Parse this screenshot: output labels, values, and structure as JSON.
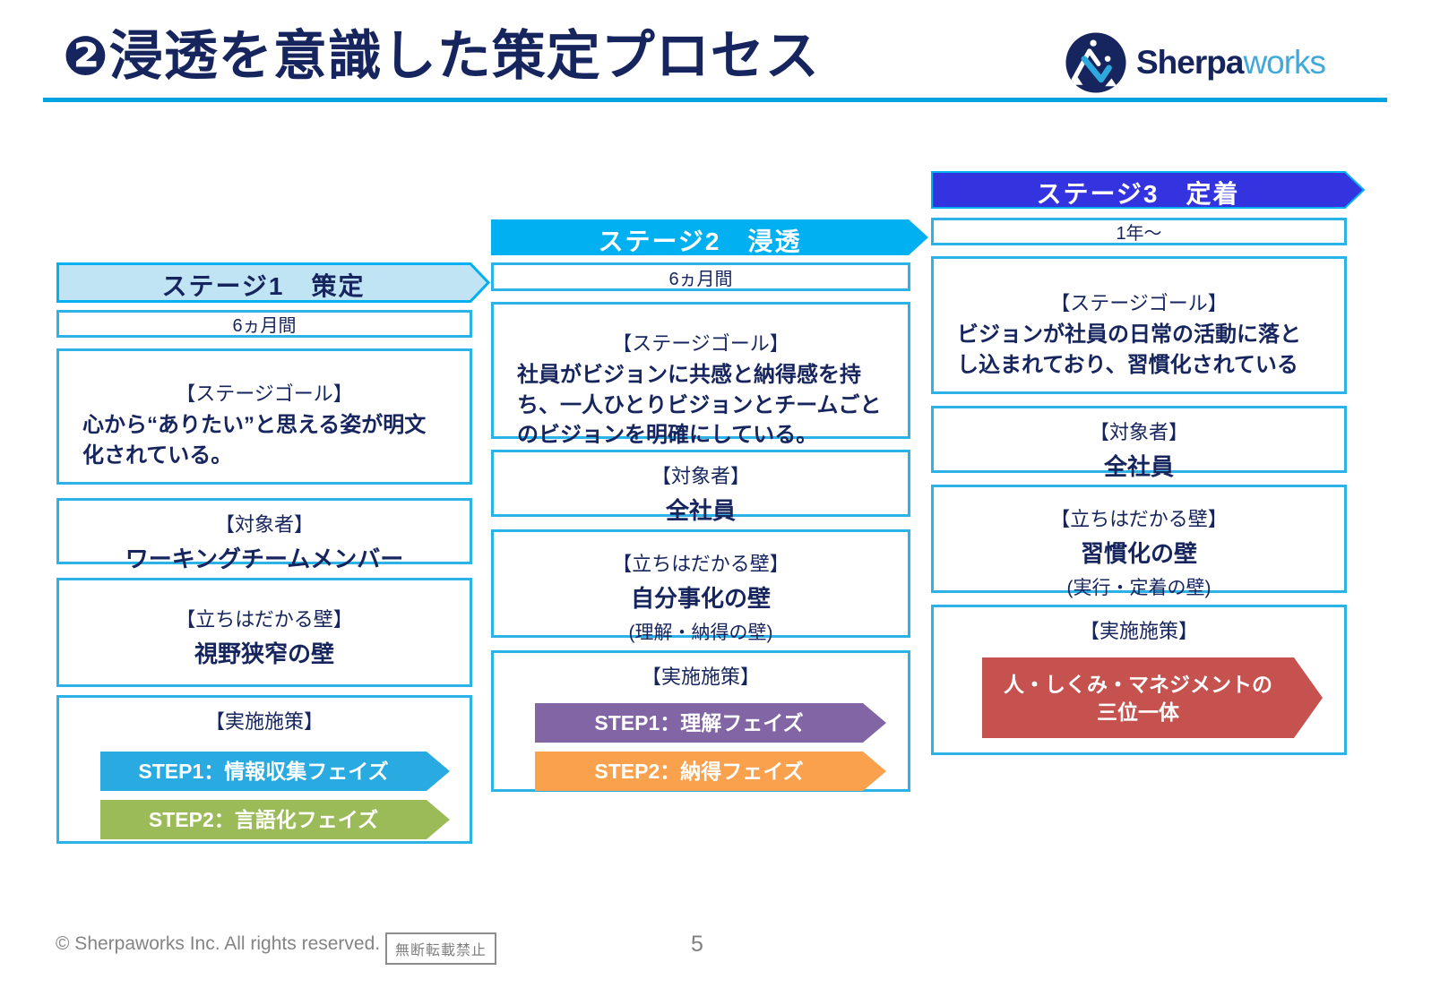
{
  "title": "❷浸透を意識した策定プロセス",
  "logo": {
    "brand_primary": "Sherpa",
    "brand_secondary": "works"
  },
  "labels": {
    "goal": "【ステージゴール】",
    "target": "【対象者】",
    "wall": "【立ちはだかる壁】",
    "actions": "【実施施策】"
  },
  "colors": {
    "navy_text": "#16255e",
    "box_border": "#2bb3e8",
    "rule_cyan": "#00a3e0",
    "stage1_header_fill": "#c1e4f5",
    "stage2_header_fill": "#00b0f0",
    "stage3_header_fill": "#3333e0",
    "step_blue": "#29abe2",
    "step_green": "#9bbb59",
    "step_purple": "#8165a5",
    "step_orange": "#f9a14d",
    "step_red": "#c5524e",
    "footer_gray": "#848484"
  },
  "stages": [
    {
      "header": "ステージ1　策定",
      "duration": "6ヵ月間",
      "goal": "心から“ありたい”と思える姿が明文化されている。",
      "target": "ワーキングチームメンバー",
      "wall": "視野狭窄の壁",
      "steps": [
        {
          "label": "STEP1：情報収集フェイズ",
          "color": "#29abe2"
        },
        {
          "label": "STEP2：言語化フェイズ",
          "color": "#9bbb59"
        }
      ]
    },
    {
      "header": "ステージ2　浸透",
      "duration": "6ヵ月間",
      "goal": "社員がビジョンに共感と納得感を持ち、一人ひとりビジョンとチームごとのビジョンを明確にしている。",
      "target": "全社員",
      "wall": "自分事化の壁",
      "wall_sub": "(理解・納得の壁)",
      "steps": [
        {
          "label": "STEP1：理解フェイズ",
          "color": "#8165a5"
        },
        {
          "label": "STEP2：納得フェイズ",
          "color": "#f9a14d"
        }
      ]
    },
    {
      "header": "ステージ3　定着",
      "duration": "1年〜",
      "goal": "ビジョンが社員の日常の活動に落とし込まれており、習慣化されている",
      "target": "全社員",
      "wall": "習慣化の壁",
      "wall_sub": "(実行・定着の壁)",
      "steps": [
        {
          "label": "人・しくみ・マネジメントの\n三位一体",
          "color": "#c5524e"
        }
      ]
    }
  ],
  "footer": {
    "copyright": "© Sherpaworks Inc. All rights reserved.",
    "stamp": "無断転載禁止",
    "page": "5"
  }
}
